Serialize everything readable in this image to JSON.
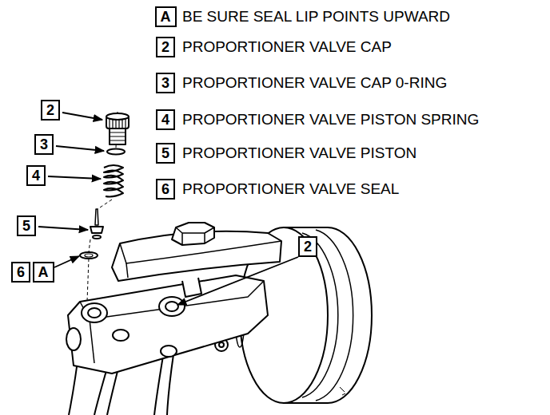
{
  "diagram": {
    "nodes": [
      {
        "text": [
          "A"
        ]
      },
      {
        "text": [
          "2"
        ]
      },
      {
        "text": [
          "3"
        ]
      },
      {
        "text": [
          "4"
        ]
      },
      {
        "text": [
          "5"
        ]
      },
      {
        "text": [
          "6"
        ]
      },
      {
        "text": [
          "2"
        ]
      },
      {
        "text": [
          "3"
        ]
      },
      {
        "text": [
          "4"
        ]
      },
      {
        "text": [
          "5"
        ]
      },
      {
        "text": [
          "6"
        ]
      },
      {
        "text": [
          "A"
        ]
      },
      {
        "text": [
          "2"
        ]
      }
    ],
    "labels": [
      "BE SURE SEAL LIP POINTS UPWARD",
      "PROPORTIONER VALVE CAP",
      "PROPORTIONER VALVE CAP 0-RING",
      "PROPORTIONER VALVE PISTON SPRING",
      "PROPORTIONER VALVE PISTON",
      "PROPORTIONER VALVE SEAL"
    ]
  }
}
